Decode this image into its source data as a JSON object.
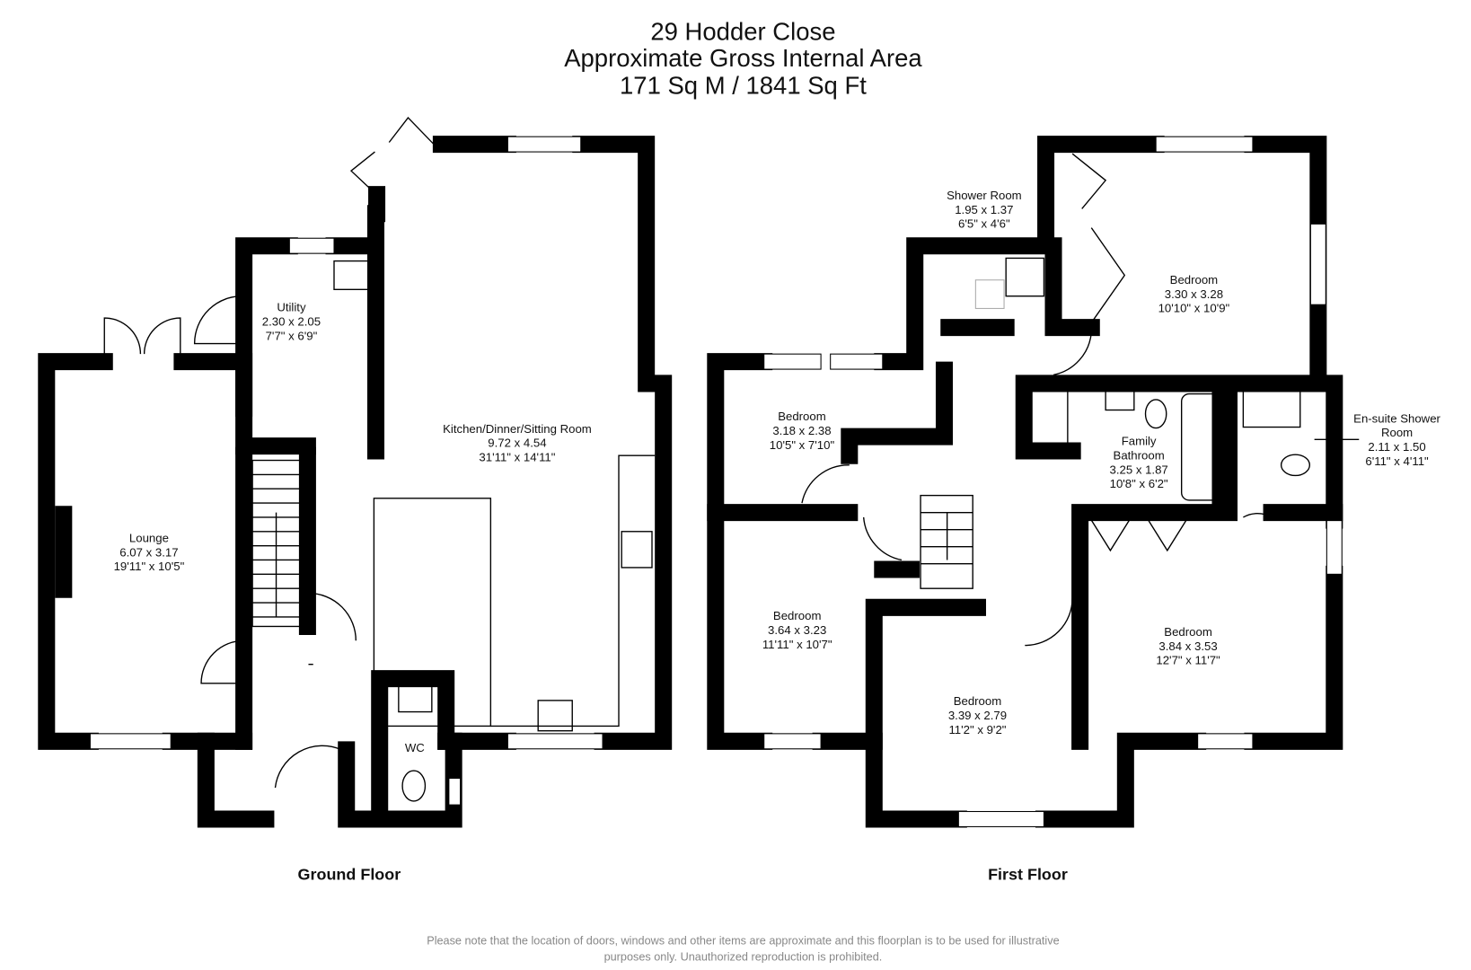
{
  "header": {
    "address": "29 Hodder Close",
    "subtitle": "Approximate Gross Internal Area",
    "area": "171 Sq M / 1841 Sq Ft"
  },
  "ground_floor": {
    "label": "Ground Floor",
    "rooms": [
      {
        "name": "Lounge",
        "metric": "6.07 x 3.17",
        "imperial": "19'11\" x 10'5\""
      },
      {
        "name": "Utility",
        "metric": "2.30 x 2.05",
        "imperial": "7'7\" x 6'9\""
      },
      {
        "name": "Kitchen/Dinner/Sitting Room",
        "metric": "9.72 x 4.54",
        "imperial": "31'11\" x 14'11\""
      },
      {
        "name": "WC"
      }
    ]
  },
  "first_floor": {
    "label": "First Floor",
    "rooms": [
      {
        "name": "Shower Room",
        "metric": "1.95 x 1.37",
        "imperial": "6'5\" x 4'6\""
      },
      {
        "name": "Bedroom",
        "metric": "3.30 x 3.28",
        "imperial": "10'10\" x 10'9\""
      },
      {
        "name": "Bedroom",
        "metric": "3.18 x 2.38",
        "imperial": "10'5\" x 7'10\""
      },
      {
        "name_line1": "Family",
        "name_line2": "Bathroom",
        "metric": "3.25 x 1.87",
        "imperial": "10'8\" x 6'2\""
      },
      {
        "name_line1": "En-suite Shower",
        "name_line2": "Room",
        "metric": "2.11 x 1.50",
        "imperial": "6'11\" x 4'11\""
      },
      {
        "name": "Bedroom",
        "metric": "3.64 x 3.23",
        "imperial": "11'11\" x 10'7\""
      },
      {
        "name": "Bedroom",
        "metric": "3.84 x 3.53",
        "imperial": "12'7\" x 11'7\""
      },
      {
        "name": "Bedroom",
        "metric": "3.39 x 2.79",
        "imperial": "11'2\" x 9'2\""
      }
    ]
  },
  "footer": {
    "line1": "Please note that the location of doors, windows and other items are approximate and this floorplan is to be used for illustrative",
    "line2": "purposes only. Unauthorized reproduction is prohibited."
  }
}
